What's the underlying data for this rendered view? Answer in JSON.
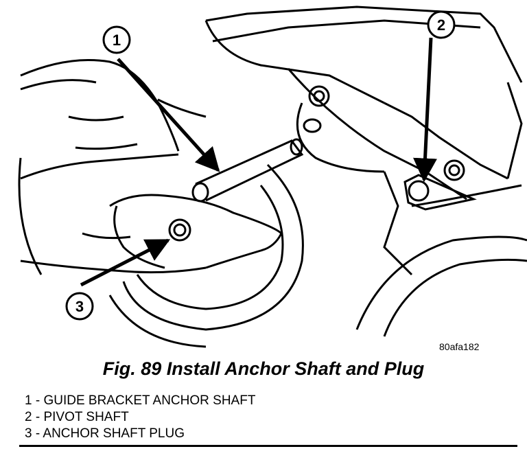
{
  "figure": {
    "caption": "Fig. 89 Install Anchor Shaft and Plug",
    "image_code": "80afa182"
  },
  "callouts": [
    {
      "number": "1",
      "label": "GUIDE BRACKET ANCHOR SHAFT"
    },
    {
      "number": "2",
      "label": "PIVOT SHAFT"
    },
    {
      "number": "3",
      "label": "ANCHOR SHAFT PLUG"
    }
  ],
  "legend": [
    "1 - GUIDE BRACKET ANCHOR SHAFT",
    "2 - PIVOT SHAFT",
    "3 - ANCHOR SHAFT PLUG"
  ]
}
